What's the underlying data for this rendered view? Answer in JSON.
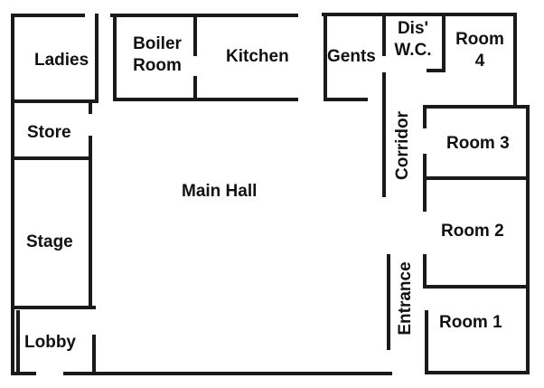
{
  "rooms": {
    "ladies": "Ladies",
    "boiler_room": [
      "Boiler",
      "Room"
    ],
    "kitchen": "Kitchen",
    "gents": "Gents",
    "dis_wc": [
      "Dis'",
      "W.C."
    ],
    "room4": [
      "Room",
      "4"
    ],
    "store": "Store",
    "corridor": "Corridor",
    "room3": "Room 3",
    "main_hall": "Main Hall",
    "stage": "Stage",
    "room2": "Room 2",
    "entrance": "Entrance",
    "room1": "Room 1",
    "lobby": "Lobby"
  }
}
